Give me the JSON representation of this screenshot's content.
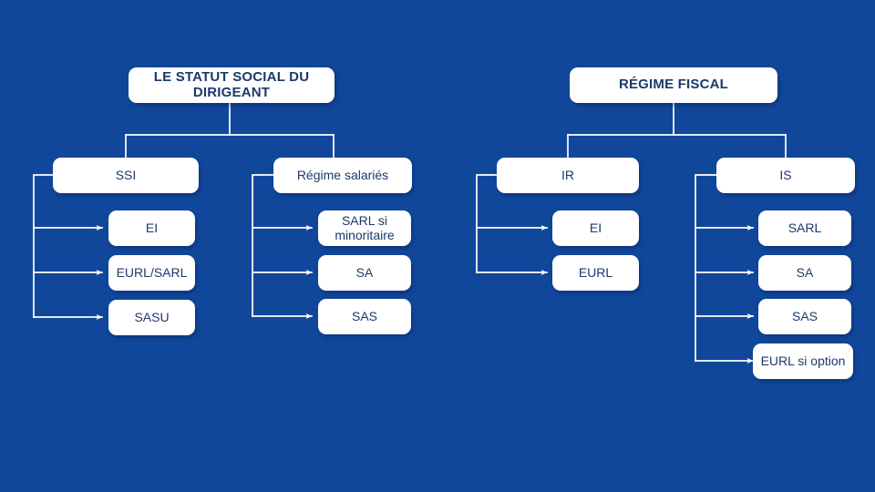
{
  "diagram": {
    "background_color": "#11479b",
    "node_fill": "#ffffff",
    "node_text_color": "#1b3a6b",
    "connector_color": "#ffffff",
    "trees": [
      {
        "id": "statut-social",
        "title": "LE STATUT SOCIAL DU DIRIGEANT",
        "branches": [
          {
            "id": "ssi",
            "label": "SSI",
            "leaves": [
              "EI",
              "EURL/SARL",
              "SASU"
            ]
          },
          {
            "id": "regime-salaries",
            "label": "Régime salariés",
            "leaves": [
              "SARL si minoritaire",
              "SA",
              "SAS"
            ]
          }
        ]
      },
      {
        "id": "regime-fiscal",
        "title": "RÉGIME FISCAL",
        "branches": [
          {
            "id": "ir",
            "label": "IR",
            "leaves": [
              "EI",
              "EURL"
            ]
          },
          {
            "id": "is",
            "label": "IS",
            "leaves": [
              "SARL",
              "SA",
              "SAS",
              "EURL si option"
            ]
          }
        ]
      }
    ]
  },
  "nodes": {
    "title_left": "LE STATUT SOCIAL DU DIRIGEANT",
    "title_right": "RÉGIME FISCAL",
    "ssi": "SSI",
    "regime_salaries": "Régime salariés",
    "ir": "IR",
    "is": "IS",
    "ssi_leaf_1": "EI",
    "ssi_leaf_2": "EURL/SARL",
    "ssi_leaf_3": "SASU",
    "sal_leaf_1": "SARL si minoritaire",
    "sal_leaf_2": "SA",
    "sal_leaf_3": "SAS",
    "ir_leaf_1": "EI",
    "ir_leaf_2": "EURL",
    "is_leaf_1": "SARL",
    "is_leaf_2": "SA",
    "is_leaf_3": "SAS",
    "is_leaf_4": "EURL si option"
  }
}
